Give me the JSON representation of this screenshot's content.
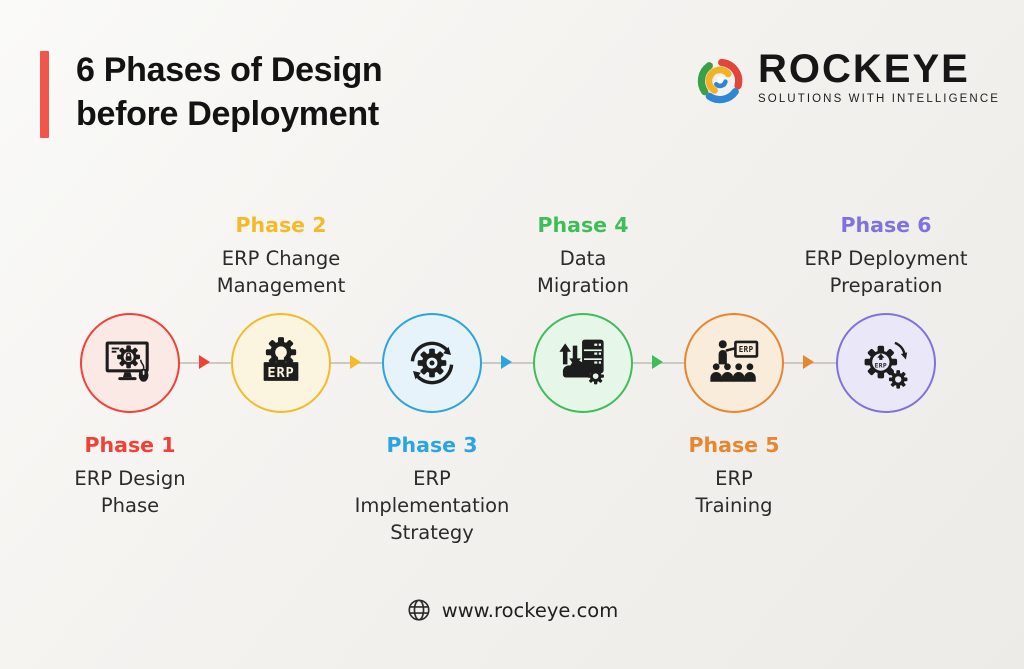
{
  "header": {
    "title_line1": "6 Phases of Design",
    "title_line2": "before Deployment",
    "accent_color": "#F3554B"
  },
  "logo": {
    "name": "ROCKEYE",
    "tagline": "SOLUTIONS WITH INTELLIGENCE",
    "icon": "rockeye-swirl-logo",
    "swirl_colors": {
      "green": "#3AA047",
      "red": "#E2453A",
      "blue": "#2E86D6",
      "yellow": "#F4B223"
    }
  },
  "phases": [
    {
      "label": "Phase 1",
      "description": "ERP Design\nPhase",
      "color": "#F04136",
      "fill": "#FBE9E6",
      "icon": "monitor-gear-lock-icon",
      "label_position": "bottom"
    },
    {
      "label": "Phase 2",
      "description": "ERP Change\nManagement",
      "color": "#F5BA2A",
      "fill": "#FBF4DE",
      "icon": "gear-erp-box-icon",
      "label_position": "top"
    },
    {
      "label": "Phase 3",
      "description": "ERP\nImplementation\nStrategy",
      "color": "#2BA4E2",
      "fill": "#E7F3FB",
      "icon": "gear-sync-arrows-icon",
      "label_position": "bottom"
    },
    {
      "label": "Phase 4",
      "description": "Data\nMigration",
      "color": "#3EBD58",
      "fill": "#E6F7EA",
      "icon": "server-cloud-arrows-icon",
      "label_position": "top"
    },
    {
      "label": "Phase 5",
      "description": "ERP\nTraining",
      "color": "#E8862F",
      "fill": "#FAECDB",
      "icon": "trainer-presentation-icon",
      "label_position": "bottom"
    },
    {
      "label": "Phase 6",
      "description": "ERP Deployment\nPreparation",
      "color": "#7F71E0",
      "fill": "#EAE8F8",
      "icon": "gear-erp-upgrade-icon",
      "label_position": "top"
    }
  ],
  "icon_labels": {
    "erp_box": "ERP",
    "erp_board": "ERP",
    "erp_gear": "ERP"
  },
  "footer": {
    "website": "www.rockeye.com",
    "icon": "globe-icon"
  }
}
